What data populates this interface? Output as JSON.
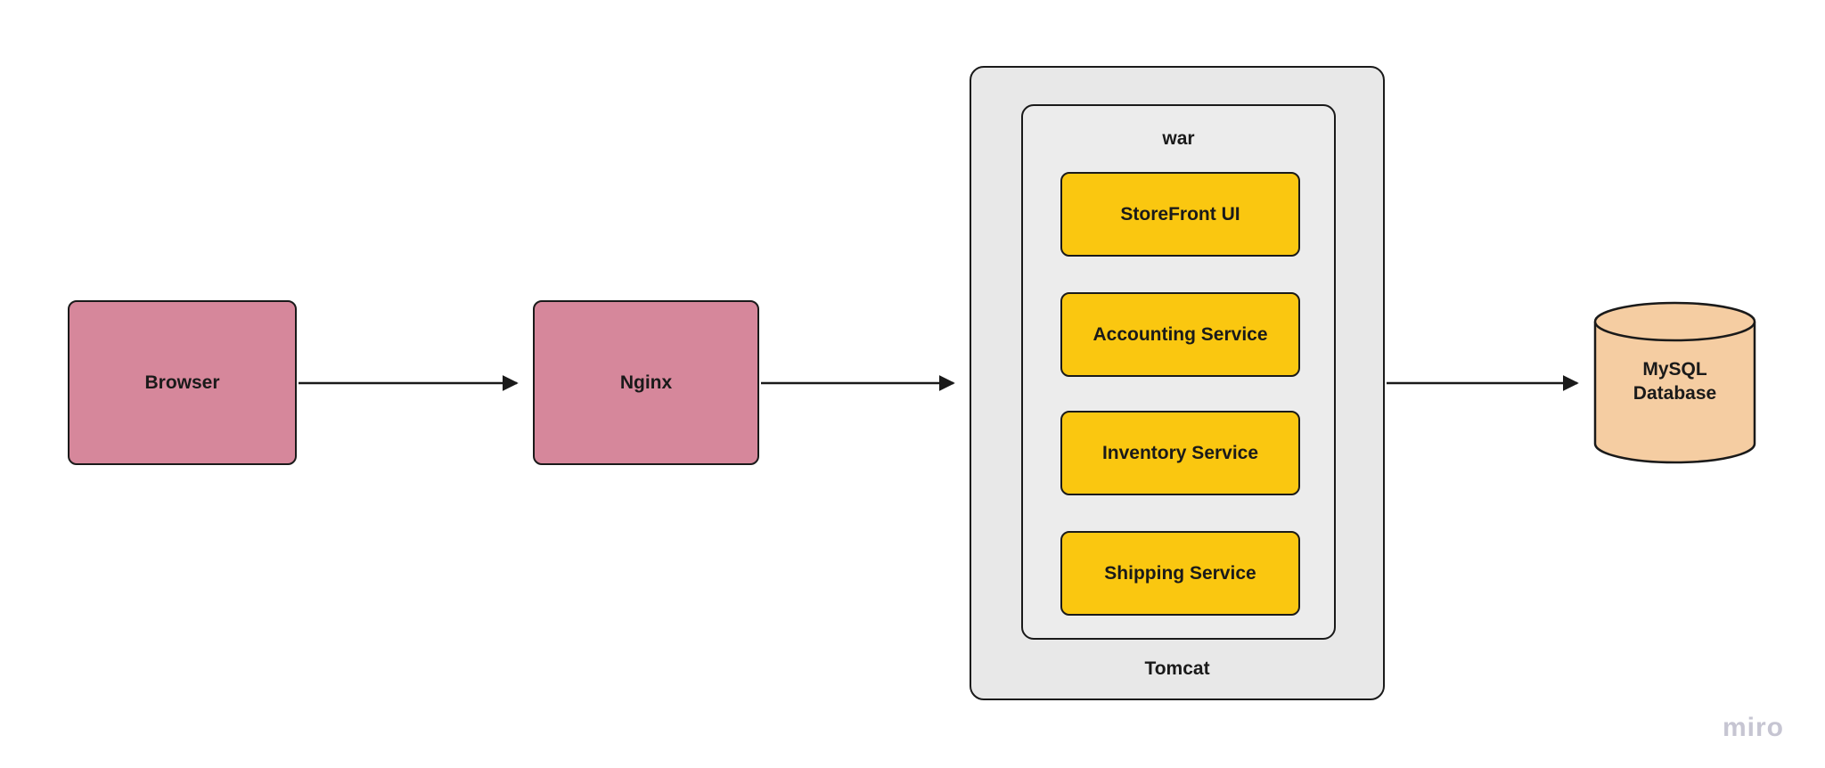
{
  "diagram": {
    "title": "web-app architecture flow",
    "nodes": {
      "browser": {
        "label": "Browser"
      },
      "nginx": {
        "label": "Nginx"
      },
      "tomcat": {
        "label": "Tomcat"
      },
      "war": {
        "label": "war"
      },
      "storefront": {
        "label": "StoreFront UI"
      },
      "accounting": {
        "label": "Accounting Service"
      },
      "inventory": {
        "label": "Inventory Service"
      },
      "shipping": {
        "label": "Shipping Service"
      },
      "mysql": {
        "label": "MySQL Database"
      }
    },
    "edges": [
      {
        "from": "Browser",
        "to": "Nginx"
      },
      {
        "from": "Nginx",
        "to": "Tomcat"
      },
      {
        "from": "Tomcat",
        "to": "MySQL Database"
      }
    ],
    "colors": {
      "pink": "#d6879b",
      "yellow": "#fac710",
      "tan": "#f5cda2",
      "tomcat_fill": "#e8e8e8",
      "war_fill": "#ececec",
      "border": "#1a1a1a",
      "arrow": "#1a1a1a",
      "watermark": "#c6c5d2",
      "background": "#ffffff"
    }
  },
  "watermark": {
    "label": "miro"
  }
}
